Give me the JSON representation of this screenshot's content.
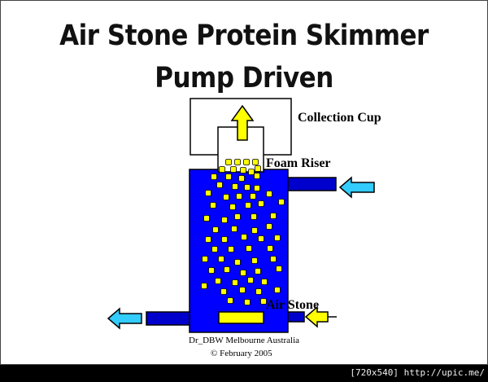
{
  "title": {
    "line1": "Air Stone Protein Skimmer",
    "line2": "Pump Driven"
  },
  "labels": {
    "collection_cup": "Collection Cup",
    "foam_riser": "Foam Riser",
    "air_stone": "Air Stone"
  },
  "credit": {
    "line1": "Dr_DBW Melbourne Australia",
    "line2": "© February 2005"
  },
  "watermark": "[720x540] http://upic.me/",
  "colors": {
    "water": "#0000FF",
    "bubble": "#FFFF00",
    "inflow_arrow": "#33CCFF",
    "air_stone": "#FFFF00",
    "pipe": "#0000CC"
  },
  "icons": {
    "foam_direction": "up-arrow-icon",
    "water_inlet": "left-arrow-icon",
    "water_outlet": "left-arrow-icon",
    "air_inlet": "left-arrow-icon"
  }
}
